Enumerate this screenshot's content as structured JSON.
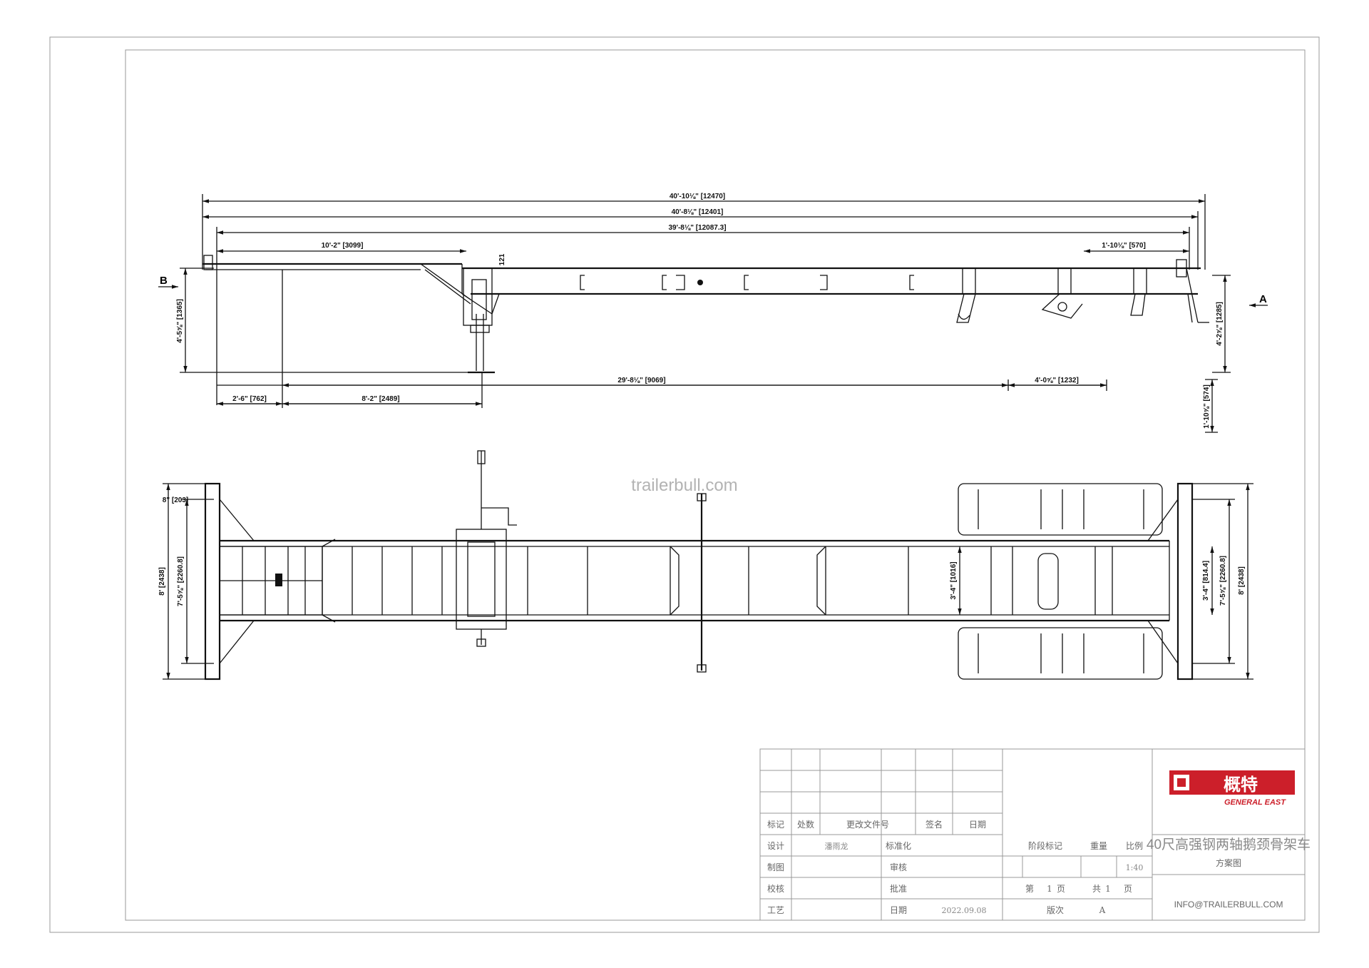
{
  "watermark": "trailerbull.com",
  "side_view": {
    "marker_left": "B",
    "marker_right": "A",
    "dims": {
      "overall": "40'-10⅛\" [12470]",
      "length_2": "40'-8⅛\" [12401]",
      "length_3": "39'-8⅛\" [12087.3]",
      "gooseneck": "10'-2\" [3099]",
      "step": "1'-10⅛\" [570]",
      "height_left": "4'-5⅝\" [1365]",
      "height_right": "4'-2⅝\" [1285]",
      "kingpin_depth": "121",
      "front_offset": "2'-6\" [762]",
      "kingpin_to_leg": "8'-2\" [2489]",
      "leg_to_axle": "29'-8⅛\" [9069]",
      "axle_spread": "4'-0⅝\" [1232]",
      "wheel": "1'-10⅝\" [574]"
    }
  },
  "plan_view": {
    "dims": {
      "front_step": "8\" [203]",
      "width_outer_left": "8' [2438]",
      "width_inner_left": "7'-5⅝\" [2260.8]",
      "beam_spacing": "3'-4\" [1016]",
      "axle_inner": "3'-4\" [814.4]",
      "width_inner_right": "7'-5⅝\" [2260.8]",
      "width_outer_right": "8' [2438]"
    }
  },
  "title_block": {
    "logo_cn": "概特",
    "logo_en": "GENERAL EAST",
    "headers": [
      "标记",
      "处数",
      "更改文件号",
      "签名",
      "日期"
    ],
    "rows": [
      {
        "label": "设计",
        "name": "潘雨龙",
        "field": "标准化",
        "value": ""
      },
      {
        "label": "制图",
        "name": "",
        "field": "审核",
        "value": ""
      },
      {
        "label": "校核",
        "name": "",
        "field": "批准",
        "value": ""
      },
      {
        "label": "工艺",
        "name": "",
        "field": "日期",
        "value": "2022.09.08"
      }
    ],
    "stage_label": "阶段标记",
    "weight_label": "重量",
    "scale_label": "比例",
    "scale_value": "1:40",
    "sheet_prefix": "第",
    "sheet_number": "1",
    "sheet_unit": "页",
    "total_prefix": "共",
    "total_number": "1",
    "total_unit": "页",
    "revision_label": "版次",
    "revision_value": "A",
    "drawing_title": "40尺高强钢两轴鹅颈骨架车",
    "drawing_subtitle": "方案图",
    "email": "INFO@TRAILERBULL.COM"
  },
  "colors": {
    "logo_red": "#cc1f2a",
    "line": "#111111",
    "table_text": "#666666"
  }
}
